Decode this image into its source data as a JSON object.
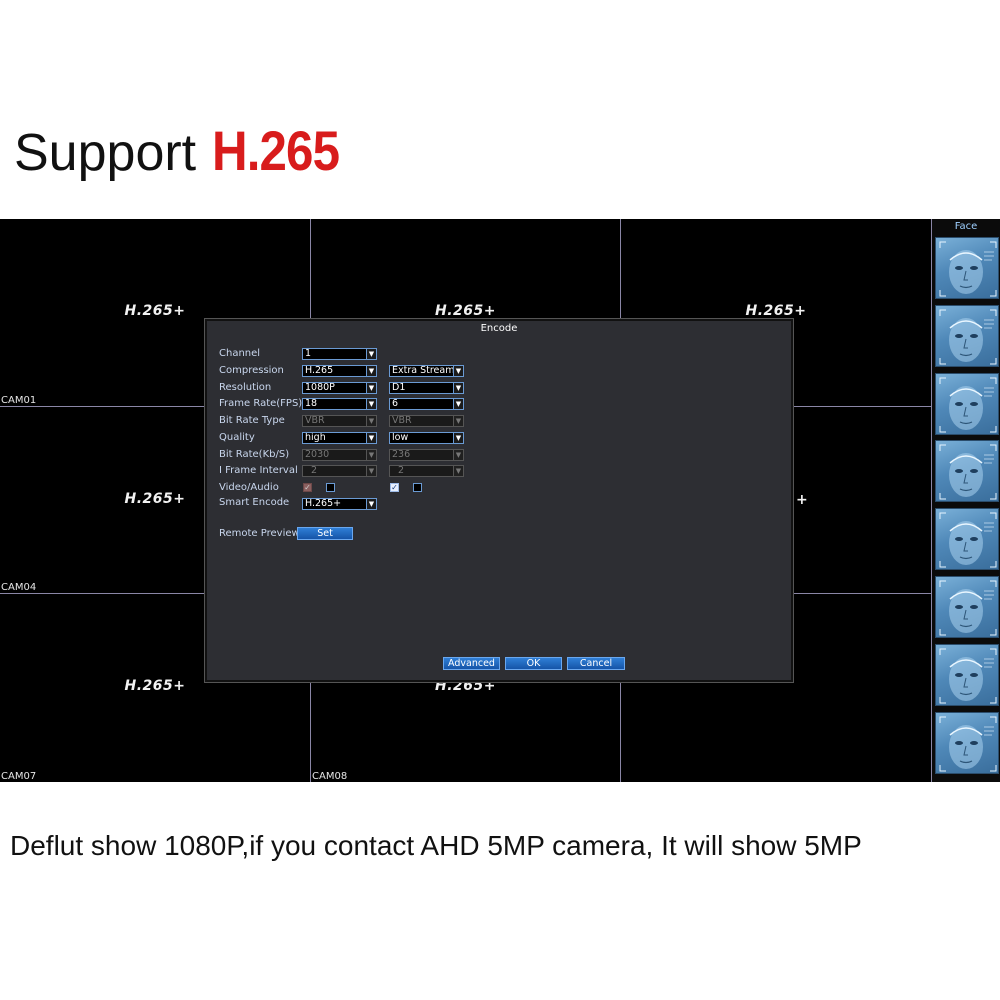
{
  "headline": {
    "prefix": "Support",
    "highlight": "H.265"
  },
  "caption": "Deflut show 1080P,if you contact AHD 5MP camera, It will show 5MP",
  "watermark": "H.265+",
  "cameras": {
    "cam01": "CAM01",
    "cam04": "CAM04",
    "cam07": "CAM07",
    "cam08": "CAM08"
  },
  "face_panel": {
    "title": "Face",
    "count": 8
  },
  "dialog": {
    "title": "Encode",
    "labels": {
      "channel": "Channel",
      "compression": "Compression",
      "resolution": "Resolution",
      "frame_rate": "Frame Rate(FPS)",
      "bit_rate_type": "Bit Rate Type",
      "quality": "Quality",
      "bit_rate": "Bit Rate(Kb/S)",
      "i_frame": "I Frame Interval",
      "video_audio": "Video/Audio",
      "smart_encode": "Smart Encode",
      "remote_preview": "Remote Preview"
    },
    "main": {
      "channel": "1",
      "compression": "H.265",
      "resolution": "1080P",
      "frame_rate": "18",
      "bit_rate_type": "VBR",
      "quality": "high",
      "bit_rate": "2030",
      "i_frame": "2",
      "smart_encode": "H.265+"
    },
    "extra": {
      "stream": "Extra Stream",
      "resolution": "D1",
      "frame_rate": "6",
      "bit_rate_type": "VBR",
      "quality": "low",
      "bit_rate": "236",
      "i_frame": "2"
    },
    "buttons": {
      "set": "Set",
      "advanced": "Advanced",
      "ok": "OK",
      "cancel": "Cancel"
    },
    "checkmark": "✓"
  }
}
